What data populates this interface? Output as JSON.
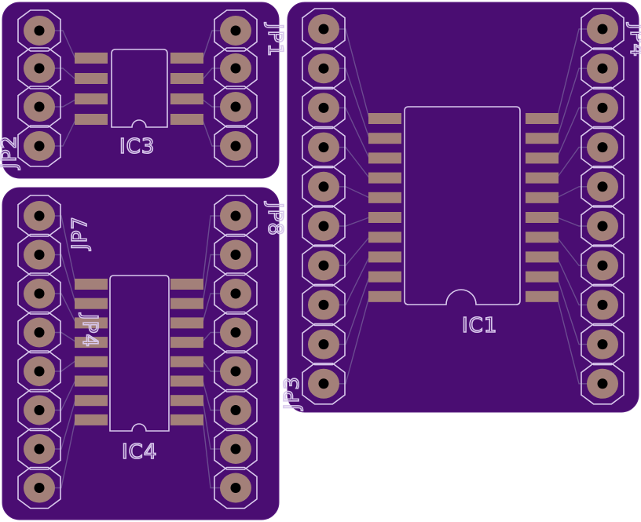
{
  "colors": {
    "board": "#4a0d72",
    "board_edge": "#5a1d82",
    "silk": "#d8c8ec",
    "copper_pad": "#a38079",
    "trace": "#6b4a90",
    "drill": "#000000",
    "background": "#ffffff"
  },
  "boards": [
    {
      "id": "board-top-left",
      "labels": {
        "ic": "IC3",
        "left_header": "JP2",
        "right_header": "JP1"
      },
      "pins_per_header": 4,
      "pads_per_side": 4
    },
    {
      "id": "board-bottom-left",
      "labels": {
        "ic": "IC4",
        "left_header": "JP7",
        "right_header": "JP8",
        "extra": "JP4"
      },
      "pins_per_header": 8,
      "pads_per_side": 8
    },
    {
      "id": "board-right",
      "labels": {
        "ic": "IC1",
        "left_header": "JP3",
        "right_header": "JP4"
      },
      "pins_per_header": 10,
      "pads_per_side": 10
    }
  ]
}
